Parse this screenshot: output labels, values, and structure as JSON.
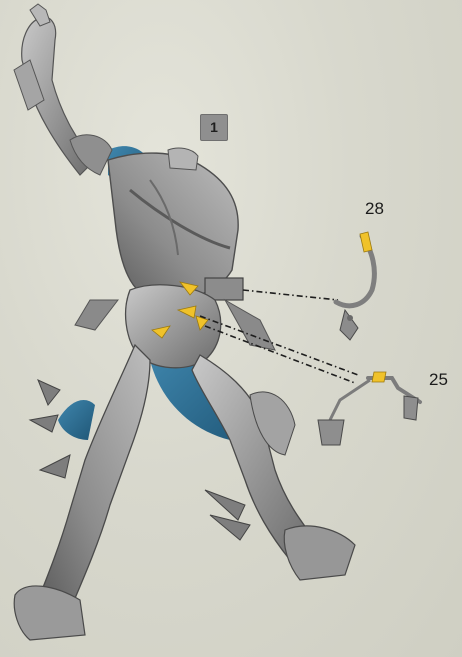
{
  "step": {
    "number": "1"
  },
  "parts": [
    {
      "id": "28",
      "label": "28"
    },
    {
      "id": "25",
      "label": "25"
    }
  ],
  "colors": {
    "background": "#d9d9cf",
    "figure": "#9c9c9c",
    "figure_dark": "#5e5e5e",
    "cape": "#2f6f93",
    "glue": "#f0c22a",
    "step_badge": "#8f8f8f"
  }
}
